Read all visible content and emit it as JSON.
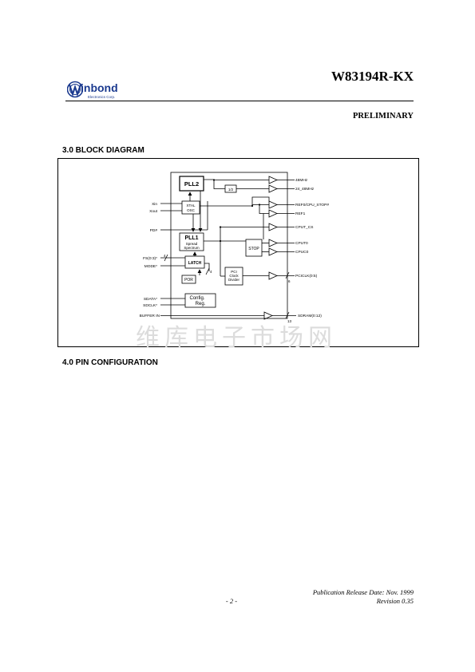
{
  "header": {
    "part_number": "W83194R-KX",
    "logo_text": "inbond",
    "logo_subtext": "Electronics Corp.",
    "status": "PRELIMINARY"
  },
  "sections": {
    "block_diagram_heading": "3.0  BLOCK DIAGRAM",
    "pin_config_heading": "4.0  PIN CONFIGURATION"
  },
  "diagram": {
    "blocks": {
      "pll2": "PLL2",
      "div2": "1/2",
      "xtal_line1": "XTAL",
      "xtal_line2": "OSC",
      "pll1_line1": "PLL1",
      "pll1_line2": "Spread",
      "pll1_line3": "Spectrum",
      "latch": "LATCH",
      "por": "POR",
      "stop": "STOP",
      "pci_line1": "PCI",
      "pci_line2": "Clock",
      "pci_line3": "Divider",
      "config_line1": "Config.",
      "config_line2": "Reg."
    },
    "inputs": {
      "xin": "Xin",
      "xout": "Xout",
      "pd": "PD#",
      "fs": "FS(0:3)*",
      "mode": "MODE*",
      "sdata": "SDATA*",
      "sdclk": "SDCLK*",
      "buffer_in": "BUFFER IN"
    },
    "outputs": {
      "mhz48": "48MHz",
      "mhz24_48": "24_48MHz",
      "ref0": "REF0/CPU_STOP#",
      "ref1": "REF1",
      "cput_cs": "CPUT_CS",
      "cput0": "CPUT0",
      "cpuc0": "CPUC0",
      "pciclk": "PCICLK(0:5)",
      "sdram": "SDRAM(0:12)"
    },
    "bus_widths": {
      "fs_width": "4",
      "latch_width": "4",
      "pci_width": "6",
      "sdram_width": "13"
    }
  },
  "watermark": "维库电子市场网",
  "footer": {
    "publication": "Publication Release Date: Nov. 1999",
    "page": "- 2 -",
    "revision": "Revision 0.35"
  }
}
